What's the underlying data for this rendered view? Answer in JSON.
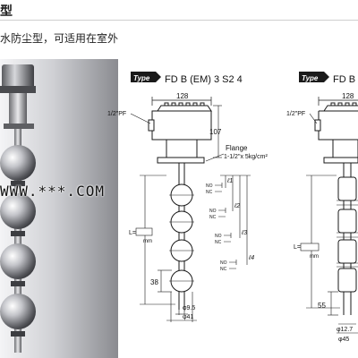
{
  "header": {
    "title": "型",
    "subtitle": "水防尘型，可适用在室外"
  },
  "photo": {
    "watermark": "WWW.***.COM"
  },
  "left_diagram": {
    "type_badge": "Type",
    "model": "FD B (EM) 3 S2 4",
    "dim_width": "128",
    "dim_height": "107",
    "thread": "1/2\"PF",
    "flange": "Flange",
    "flange_spec": "1-1/2\"x 5kg/cm²",
    "length_label": "L=",
    "length_unit": "mm",
    "float_spacing": "38",
    "dia_inner": "φ9.5",
    "dia_outer": "φ41",
    "switch_no": "NO",
    "switch_nc": "NC",
    "ell_1": "ℓ1",
    "ell_2": "ℓ2",
    "ell_3": "ℓ3",
    "ell_4": "ℓ4"
  },
  "right_diagram": {
    "type_badge": "Type",
    "model": "FD B (F",
    "dim_width": "128",
    "thread": "1/2\"PF",
    "length_label": "L=",
    "length_unit": "mm",
    "float_spacing": "55",
    "dia_inner": "φ12.7",
    "dia_outer": "φ45"
  },
  "colors": {
    "line": "#1a1a1a",
    "photo_bg": "#c9c9cc",
    "metal": "#a8a9ad"
  }
}
